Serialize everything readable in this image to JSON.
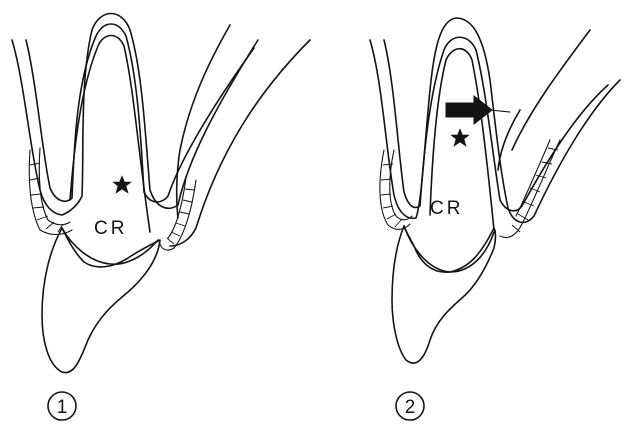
{
  "panels": [
    {
      "label": "CR",
      "number": "1",
      "star_icon": "star-marker",
      "has_arrow": false
    },
    {
      "label": "CR",
      "number": "2",
      "star_icon": "star-marker",
      "has_arrow": true,
      "arrow_icon": "block-arrow-right"
    }
  ]
}
